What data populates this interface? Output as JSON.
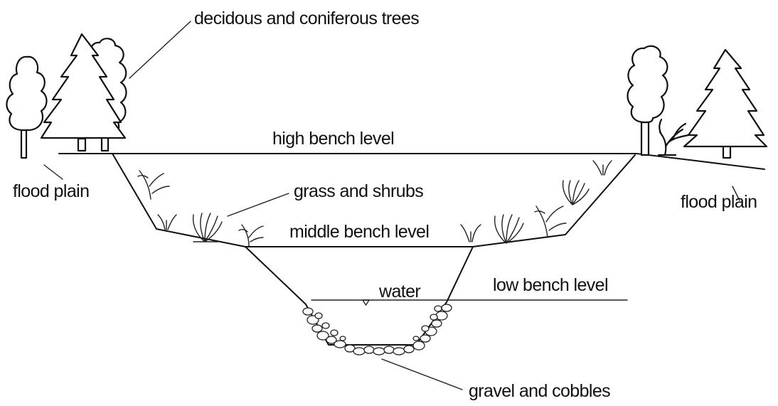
{
  "labels": {
    "trees": "decidous and coniferous trees",
    "high_bench": "high bench level",
    "flood_plain_left": "flood plain",
    "flood_plain_right": "flood plain",
    "grass_shrubs": "grass and shrubs",
    "middle_bench": "middle bench level",
    "water": "water",
    "low_bench": "low bench level",
    "gravel": "gravel and cobbles"
  },
  "colors": {
    "ink": "#111111",
    "background": "#ffffff"
  }
}
